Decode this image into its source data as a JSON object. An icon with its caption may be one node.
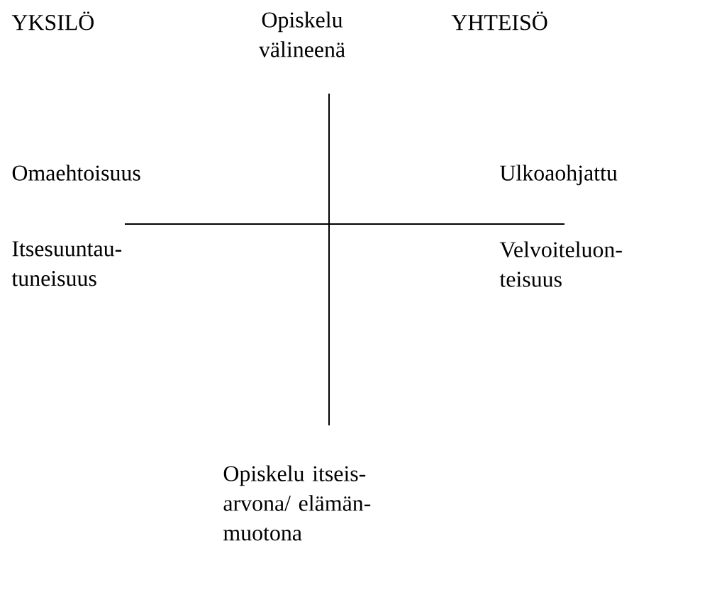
{
  "diagram": {
    "labels": [
      "YKSILÖ",
      "Opiskelu välineenä",
      "YHTEISÖ",
      "Omaehtoisuus",
      "Ulkoaohjattu",
      "Itsesuuntau- tuneisuus",
      "Velvoiteluon- teisuus",
      "Opiskelu itseis- arvona/ elämän- muotona"
    ]
  }
}
